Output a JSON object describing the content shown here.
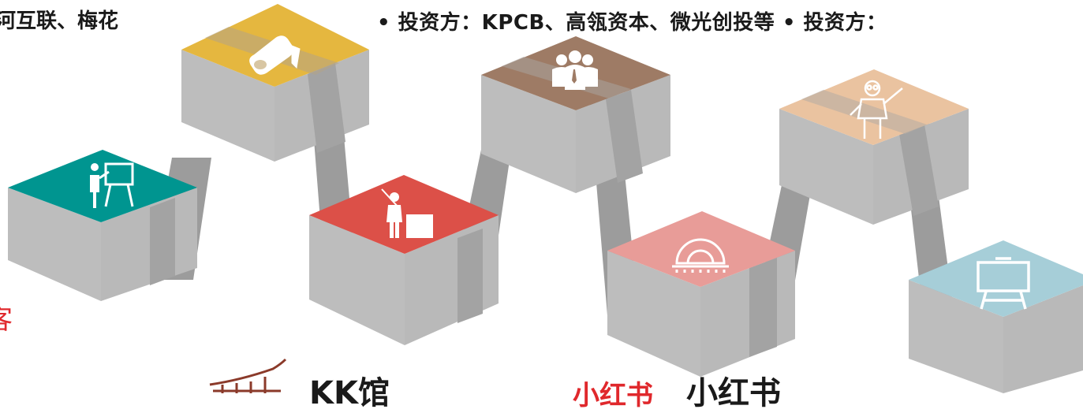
{
  "texts": {
    "top_left": "河互联、梅花",
    "investors": "• 投资方：KPCB、高瓴资本、微光创投等 • 投资方：",
    "left_edge_glyph": "客",
    "bottom_kk": "KK馆",
    "bottom_xhs_logo": "小红书",
    "bottom_xhs": "小红书"
  },
  "boxes": [
    {
      "name": "teal",
      "top_color": "#009590",
      "icon": "presenter-board-icon"
    },
    {
      "name": "yellow",
      "top_color": "#e5b73f",
      "icon": "diploma-scroll-icon"
    },
    {
      "name": "red",
      "top_color": "#dc5048",
      "icon": "lecturer-podium-icon"
    },
    {
      "name": "brown",
      "top_color": "#9e7b65",
      "icon": "business-team-icon"
    },
    {
      "name": "pink",
      "top_color": "#e89c98",
      "icon": "protractor-icon"
    },
    {
      "name": "tan",
      "top_color": "#eac3a0",
      "icon": "professor-pointer-icon"
    },
    {
      "name": "lightblue",
      "top_color": "#a6ced8",
      "icon": "whiteboard-icon"
    }
  ],
  "colors": {
    "box_side": "#bdbdbd",
    "box_side_dark": "#b0b0b0",
    "connector": "#9c9c9c",
    "connector_band": "#a3a3a3"
  }
}
